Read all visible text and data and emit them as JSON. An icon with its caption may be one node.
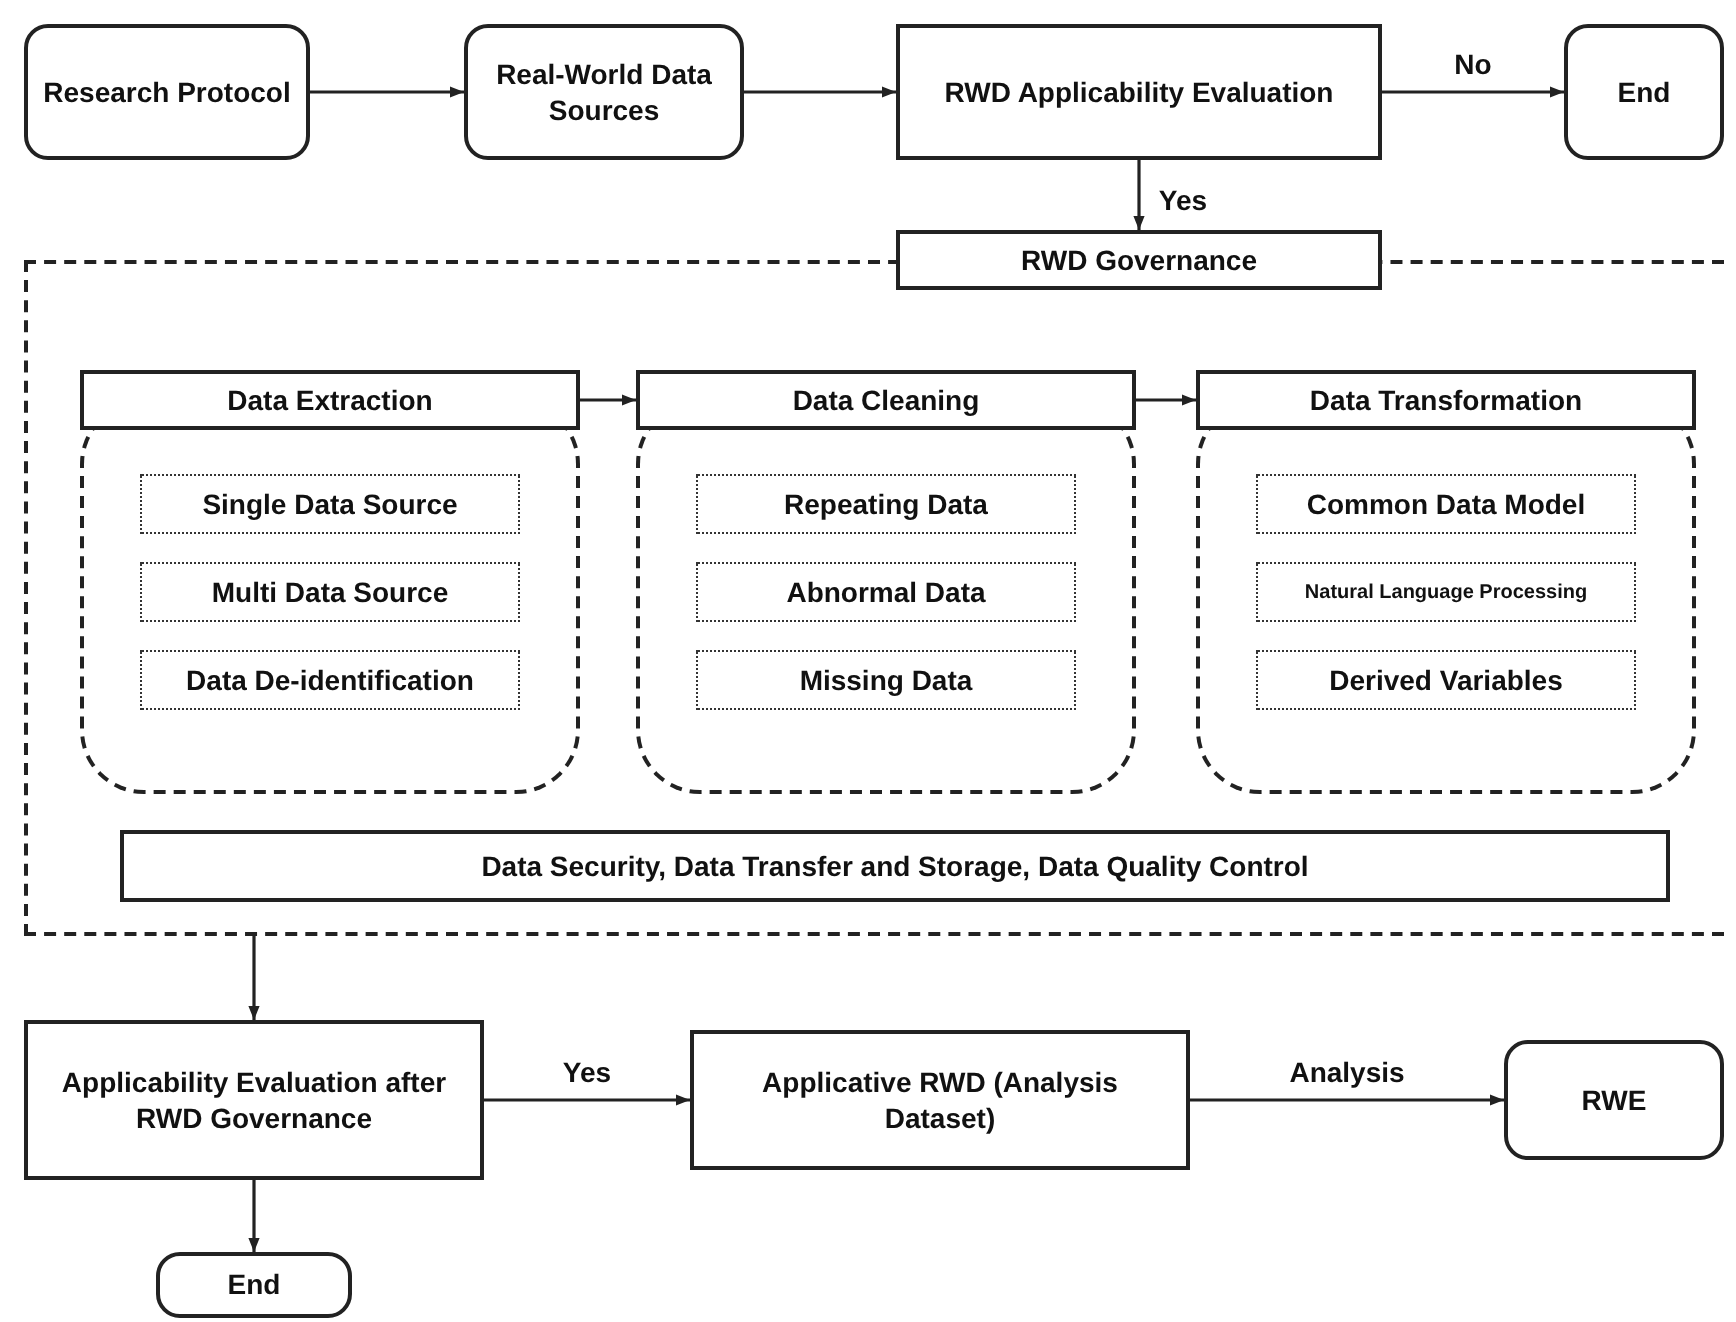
{
  "diagram": {
    "nodes": [
      {
        "text": [
          "Research Protocol"
        ]
      },
      {
        "text": [
          "Real-World Data Sources"
        ]
      },
      {
        "text": [
          "RWD Applicability Evaluation"
        ]
      },
      {
        "text": [
          "End"
        ]
      },
      {
        "text": [
          "RWD Governance"
        ]
      },
      {
        "text": [
          "Data Extraction"
        ],
        "in": 4
      },
      {
        "text": [
          "Single Data Source"
        ],
        "in": 5
      },
      {
        "text": [
          "Multi Data Source"
        ],
        "in": 5
      },
      {
        "text": [
          "Data De-identification"
        ],
        "in": 5
      },
      {
        "text": [
          "Data Cleaning"
        ],
        "in": 4
      },
      {
        "text": [
          "Repeating Data"
        ],
        "in": 9
      },
      {
        "text": [
          "Abnormal Data"
        ],
        "in": 9
      },
      {
        "text": [
          "Missing Data"
        ],
        "in": 9
      },
      {
        "text": [
          "Data Transformation"
        ],
        "in": 4
      },
      {
        "text": [
          "Common Data Model"
        ],
        "in": 13
      },
      {
        "text": [
          "Natural Language Processing"
        ],
        "in": 13
      },
      {
        "text": [
          "Derived Variables"
        ],
        "in": 13
      },
      {
        "text": [
          "Data Security,  Data Transfer and Storage, Data Quality Control"
        ],
        "in": 4
      },
      {
        "text": [
          "Applicability Evaluation after RWD Governance"
        ]
      },
      {
        "text": [
          "Applicative RWD (Analysis Dataset)"
        ]
      },
      {
        "text": [
          "RWE"
        ]
      },
      {
        "text": [
          "End"
        ]
      }
    ],
    "edges": [
      {
        "from": 0,
        "to": 1,
        "arrow": "to"
      },
      {
        "from": 1,
        "to": 2,
        "arrow": "to"
      },
      {
        "from": 2,
        "to": 3,
        "arrow": "to",
        "label": "No"
      },
      {
        "from": 2,
        "to": 4,
        "arrow": "to",
        "label": "Yes"
      },
      {
        "from": 5,
        "to": 9,
        "arrow": "to"
      },
      {
        "from": 9,
        "to": 13,
        "arrow": "to"
      },
      {
        "from": 4,
        "to": 18,
        "arrow": "to"
      },
      {
        "from": 18,
        "to": 19,
        "arrow": "to",
        "label": "Yes"
      },
      {
        "from": 19,
        "to": 20,
        "arrow": "to",
        "label": "Analysis"
      },
      {
        "from": 18,
        "to": 21,
        "arrow": "to"
      }
    ]
  }
}
